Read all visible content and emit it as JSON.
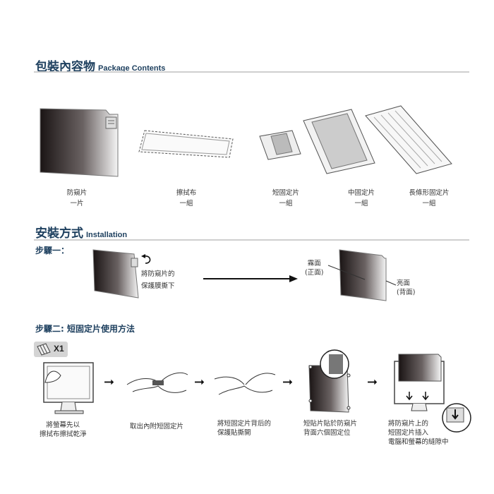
{
  "package_contents": {
    "title_zh": "包裝內容物",
    "title_en": "Package Contents",
    "items": [
      {
        "name": "防窺片",
        "qty": "一片"
      },
      {
        "name": "擦拭布",
        "qty": "一組"
      },
      {
        "name": "短固定片",
        "qty": "一組"
      },
      {
        "name": "中固定片",
        "qty": "一組"
      },
      {
        "name": "長條形固定片",
        "qty": "一組"
      }
    ]
  },
  "installation": {
    "title_zh": "安裝方式",
    "title_en": "Installation",
    "step1": {
      "title": "步驟一：",
      "peel_line1": "將防窺片的",
      "peel_line2": "保護膜撕下",
      "matte_line1": "霧面",
      "matte_line2": "(正面)",
      "glossy_line1": "亮面",
      "glossy_line2": "(背面)"
    },
    "step2": {
      "title": "步驟二: 短固定片使用方法",
      "badge": "X1",
      "steps": [
        {
          "line1": "將螢幕先以",
          "line2": "擦拭布擦拭乾淨"
        },
        {
          "line1": "取出內附短固定片"
        },
        {
          "line1": "將短固定片背后的",
          "line2": "保護貼撕開"
        },
        {
          "line1": "短貼片貼於防窺片",
          "line2": "背面六個固定位"
        },
        {
          "line1": "將防窺片上的",
          "line2": "短固定片插入",
          "line3": "電腦和螢幕的縫隙中"
        }
      ]
    }
  },
  "colors": {
    "heading": "#1d3f5e",
    "rule": "#cfcfcf"
  }
}
